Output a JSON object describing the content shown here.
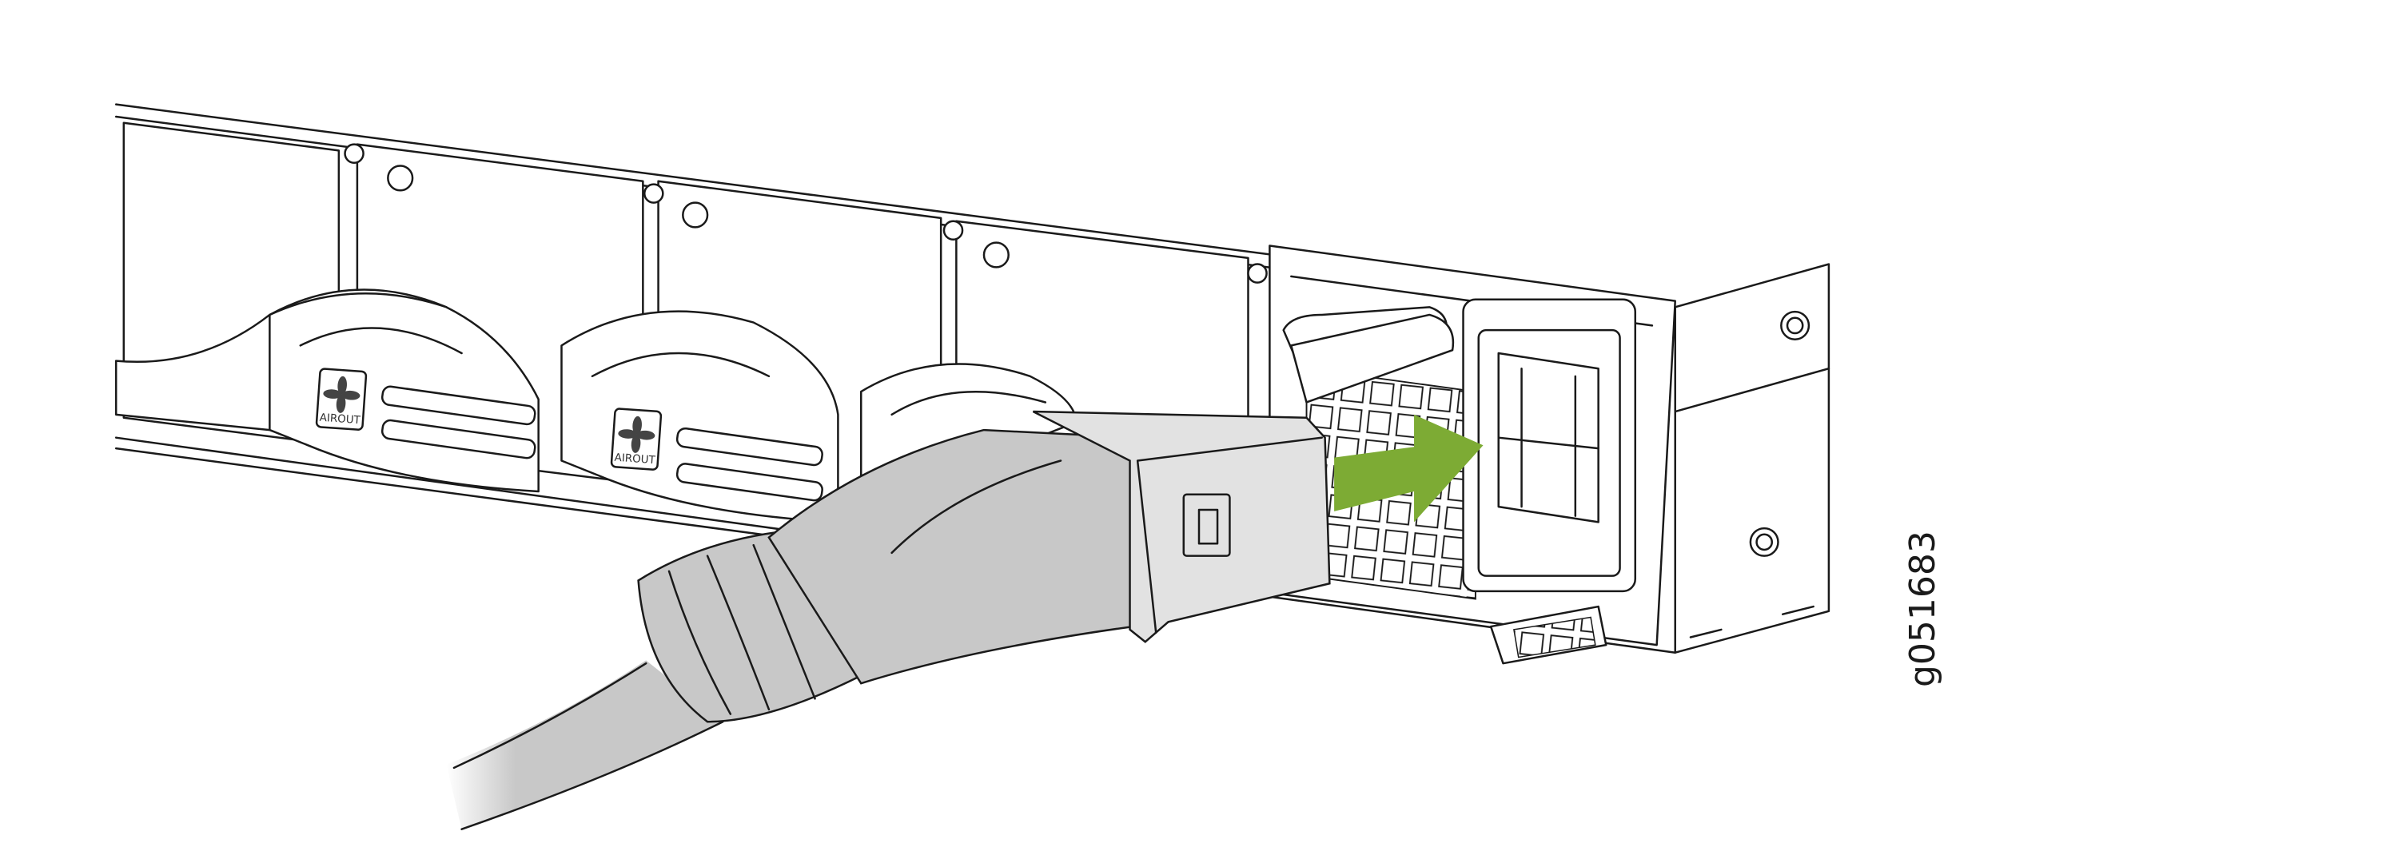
{
  "figure": {
    "id_label": "g051683",
    "fan_badges": [
      {
        "icon": "fan-icon",
        "label": "AIROUT"
      },
      {
        "icon": "fan-icon",
        "label": "AIROUT"
      }
    ],
    "arrow": {
      "icon": "insert-direction-arrow",
      "color": "#7dab34"
    },
    "colors": {
      "line": "#1a1a1a",
      "cable": "#c8c8c8",
      "plug": "#e2e2e2",
      "arrow": "#7dab34"
    }
  }
}
